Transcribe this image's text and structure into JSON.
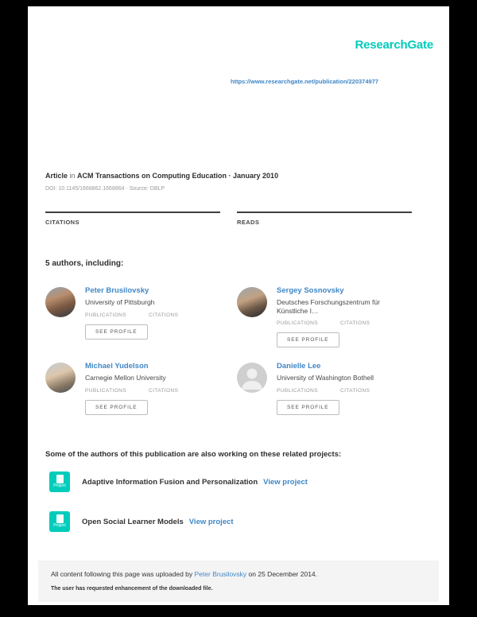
{
  "brand": {
    "logo": "ResearchGate",
    "accent_teal": "#00ccbb",
    "link_blue": "#4087c7"
  },
  "header": {
    "publication_url": "https://www.researchgate.net/publication/220374977"
  },
  "meta": {
    "article_label": "Article",
    "in_label": " in ",
    "journal": "ACM Transactions on Computing Education · January 2010",
    "doi_line": "DOI: 10.1145/1668862.1668864 · Source: DBLP"
  },
  "metrics": {
    "citations_label": "CITATIONS",
    "citations_value": "",
    "reads_label": "READS",
    "reads_value": ""
  },
  "authors": {
    "heading": "5 authors, including:",
    "publications_label": "PUBLICATIONS",
    "citations_label": "CITATIONS",
    "see_profile_label": "SEE PROFILE",
    "items": [
      {
        "name": "Peter Brusilovsky",
        "affiliation": "University of Pittsburgh"
      },
      {
        "name": "Sergey Sosnovsky",
        "affiliation": "Deutsches Forschungszentrum für Künstliche I…"
      },
      {
        "name": "Michael Yudelson",
        "affiliation": "Carnegie Mellon University"
      },
      {
        "name": "Danielle Lee",
        "affiliation": "University of Washington Bothell"
      }
    ]
  },
  "projects": {
    "heading": "Some of the authors of this publication are also working on these related projects:",
    "icon_label": "Project",
    "view_project_label": "View project",
    "items": [
      {
        "title": "Adaptive Information Fusion and Personalization"
      },
      {
        "title": "Open Social Learner Models"
      }
    ]
  },
  "footer": {
    "uploaded_prefix": "All content following this page was uploaded by ",
    "uploader": "Peter Brusilovsky",
    "uploaded_suffix": " on 25 December 2014.",
    "note": "The user has requested enhancement of the downloaded file."
  }
}
